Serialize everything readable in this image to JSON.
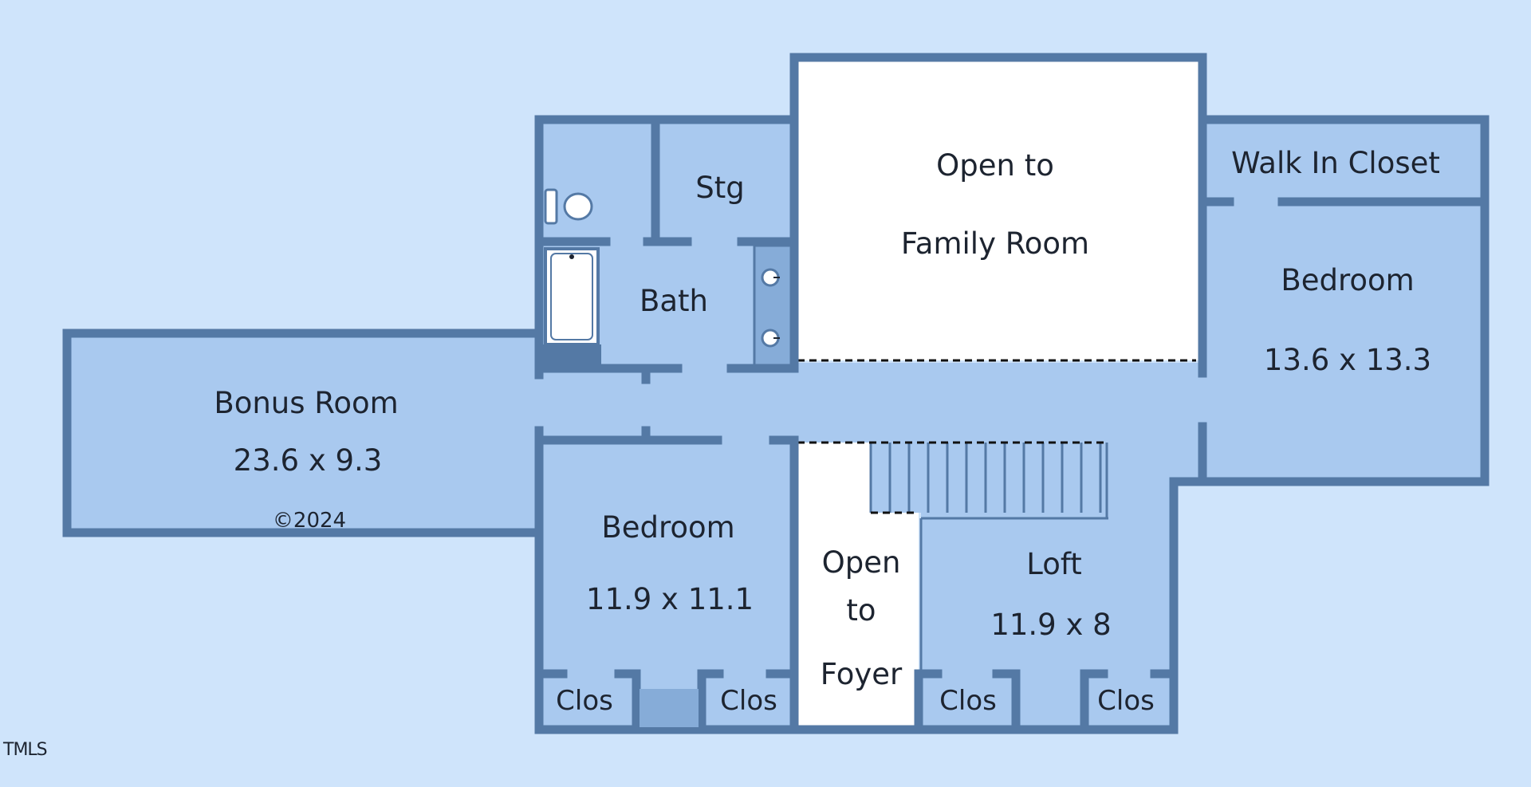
{
  "colors": {
    "background": "#cfe4fb",
    "room_fill": "#a9c9ef",
    "wall": "#5479a5",
    "open_area": "#ffffff",
    "text": "#1d2430"
  },
  "rooms": {
    "bonus_room": {
      "name": "Bonus Room",
      "size": "23.6 x 9.3"
    },
    "bath": {
      "name": "Bath"
    },
    "storage": {
      "name": "Stg"
    },
    "open_family": {
      "line1": "Open to",
      "line2": "Family Room"
    },
    "walk_in_closet": {
      "name": "Walk In Closet"
    },
    "bedroom_right": {
      "name": "Bedroom",
      "size": "13.6 x 13.3"
    },
    "bedroom_left": {
      "name": "Bedroom",
      "size": "11.9 x 11.1"
    },
    "open_foyer": {
      "line1": "Open",
      "line2": "to",
      "line3": "Foyer"
    },
    "loft": {
      "name": "Loft",
      "size": "11.9 x 8"
    },
    "closets": [
      "Clos",
      "Clos",
      "Clos",
      "Clos"
    ]
  },
  "copyright": "©2024",
  "watermark": "TMLS",
  "icons": [
    "toilet-icon",
    "bathtub-icon",
    "sink-icon",
    "stairs-icon"
  ]
}
